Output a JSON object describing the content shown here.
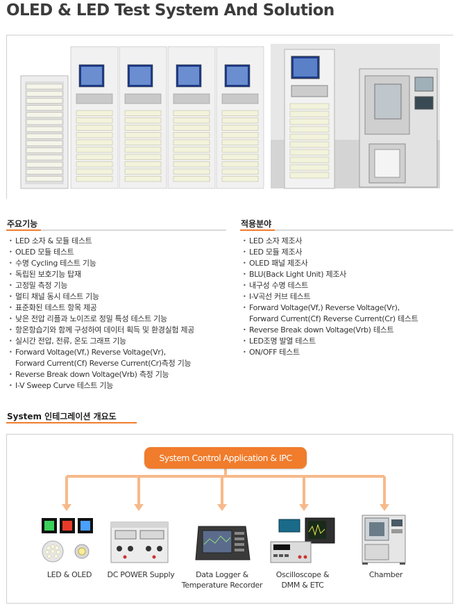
{
  "title": "OLED & LED Test System And Solution",
  "main_features": {
    "heading": "주요기능",
    "items": [
      "LED 소자 & 모듈 테스트",
      "OLED 모듈 테스트",
      "수명 Cycling 테스트 기능",
      "독립된 보호기능 탑재",
      "고정밀 측정 기능",
      "멀티 채널 동시 테스트 기능",
      "표준화된 테스트 항목 제공",
      "낮은 전압 리플과 노이즈로 정밀 특성 테스트 기능",
      "항온항습기와 함께 구성하여 데이터 획득 및 환경실험 제공",
      "실시간 전압, 전류, 온도 그래프 기능",
      [
        "Forward Voltage(Vf,) Reverse Voltage(Vr),",
        "Forward Current(Cf) Reverse Current(Cr)측정 기능"
      ],
      "Reverse Break down Voltage(Vrb) 측정 기능",
      "I-V Sweep Curve 테스트 기능"
    ]
  },
  "applications": {
    "heading": "적용분야",
    "items": [
      "LED 소자 제조사",
      "LED 모듈 제조사",
      "OLED 패널 제조사",
      "BLU(Back Light Unit) 제조사",
      "내구성 수명 테스트",
      "I-V곡선 커브 테스트",
      [
        "Forward Voltage(Vf,) Reverse Voltage(Vr),",
        "Forward Current(Cf) Reverse Current(Cr) 테스트"
      ],
      "Reverse Break down Voltage(Vrb) 테스트",
      "LED조명 발열 테스트",
      "ON/OFF 테스트"
    ]
  },
  "integration": {
    "heading": "System 인테그레이션 개요도",
    "app_label": "System Control Application & IPC",
    "devices": [
      {
        "id": "led",
        "label": [
          "LED & OLED"
        ]
      },
      {
        "id": "power",
        "label": [
          "DC POWER Supply"
        ]
      },
      {
        "id": "logger",
        "label": [
          "Data Logger &",
          "Temperature Recorder"
        ]
      },
      {
        "id": "scope",
        "label": [
          "Oscilloscope &",
          "DMM & ETC"
        ]
      },
      {
        "id": "chamber",
        "label": [
          "Chamber"
        ]
      }
    ]
  },
  "colors": {
    "accent": "#f07c2c",
    "connector": "#f7b98a",
    "rule": "#d9d9d9",
    "border": "#cfcfcf"
  }
}
